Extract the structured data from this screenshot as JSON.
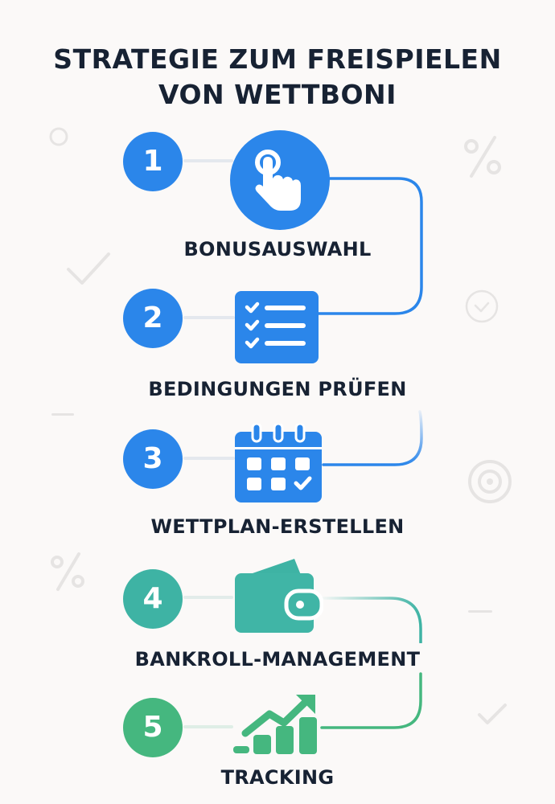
{
  "title": {
    "line1": "STRATEGIE ZUM FREISPIELEN",
    "line2": "VON WETTBONI"
  },
  "colors": {
    "text": "#172233",
    "background": "#fbf9f8",
    "blue": "#2b86ea",
    "teal": "#3eb3a4",
    "green": "#45b77f",
    "decoration": "#e6e4e3"
  },
  "steps": [
    {
      "number": "1",
      "label": "BONUSAUSWAHL",
      "icon": "pointer-hand-icon",
      "color": "#2b86ea"
    },
    {
      "number": "2",
      "label": "BEDINGUNGEN PRÜFEN",
      "icon": "checklist-icon",
      "color": "#2b86ea"
    },
    {
      "number": "3",
      "label": "WETTPLAN-ERSTELLEN",
      "icon": "calendar-check-icon",
      "color": "#2b86ea"
    },
    {
      "number": "4",
      "label": "BANKROLL-MANAGEMENT",
      "icon": "wallet-icon",
      "color": "#3eb3a4"
    },
    {
      "number": "5",
      "label": "TRACKING",
      "icon": "growth-chart-icon",
      "color": "#45b77f"
    }
  ],
  "background_decorations": [
    "circle-icon",
    "percent-icon",
    "checkmark-icon",
    "check-circle-icon",
    "dash-icon",
    "target-icon",
    "percent-icon",
    "dash-icon",
    "checkmark-icon"
  ]
}
